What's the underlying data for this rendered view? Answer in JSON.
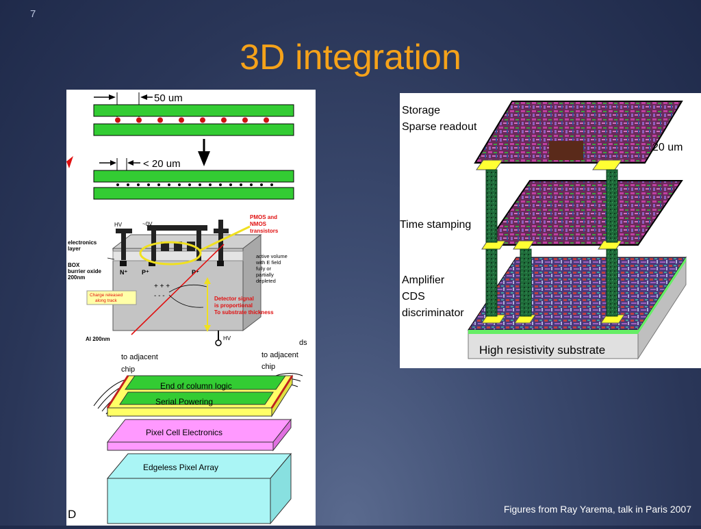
{
  "slide_number": "7",
  "title": "3D integration",
  "caption": "Figures from Ray Yarema, talk in Paris 2007",
  "left_figure": {
    "pitch_50": "50 um",
    "pitch_20": "< 20 um",
    "soi": {
      "hv_top": "HV",
      "ov": "~0V",
      "pmos": "PMOS and",
      "nmos": "NMOS",
      "transistors": "transistors",
      "electronics": "electronics",
      "layer": "layer",
      "box": "BOX",
      "burrier": "burrier oxide",
      "nm200": "200nm",
      "n_plus": "N⁺",
      "p_plus1": "P⁺",
      "p_plus2": "P⁺",
      "active1": "active volume",
      "active2": "with E field",
      "active3": "fully or",
      "active4": "partially",
      "active5": "depleted",
      "charge1": "Charge released",
      "charge2": "along track",
      "detector1": "Detector signal",
      "detector2": "is proportional",
      "detector3": "To substrate thickness",
      "al": "Al 200nm",
      "hv_bottom": "HV",
      "ds": "ds"
    },
    "stack": {
      "adjacent_left_1": "to adjacent",
      "adjacent_left_2": "chip",
      "adjacent_right_1": "to adjacent",
      "adjacent_right_2": "chip",
      "eoc": "End of column logic",
      "serial": "Serial Powering",
      "pixel_cell": "Pixel Cell Electronics",
      "edgeless": "Edgeless Pixel Array",
      "d_letter": "D"
    }
  },
  "right_figure": {
    "storage": "Storage",
    "sparse": "Sparse readout",
    "um20": "20 um",
    "time": "Time stamping",
    "amplifier": "Amplifier",
    "cds": "CDS",
    "discriminator": "discriminator",
    "substrate": "High resistivity substrate"
  },
  "colors": {
    "background": "#2a3658",
    "title": "#f5a21a",
    "layer_green": "#33cc33",
    "layer_yellow": "#ffff66",
    "layer_pink": "#ff99ff",
    "layer_cyan": "#aaf5f5",
    "annotation_red": "#e01010",
    "pillar_green": "#1f6b3a"
  }
}
